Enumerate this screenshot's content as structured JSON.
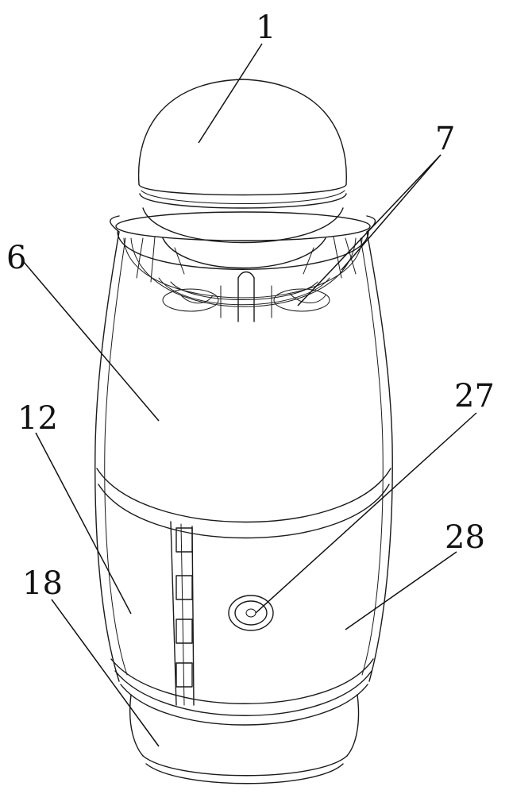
{
  "labels": {
    "l1": "1",
    "l7": "7",
    "l6": "6",
    "l12": "12",
    "l27": "27",
    "l28": "28",
    "l18": "18"
  }
}
